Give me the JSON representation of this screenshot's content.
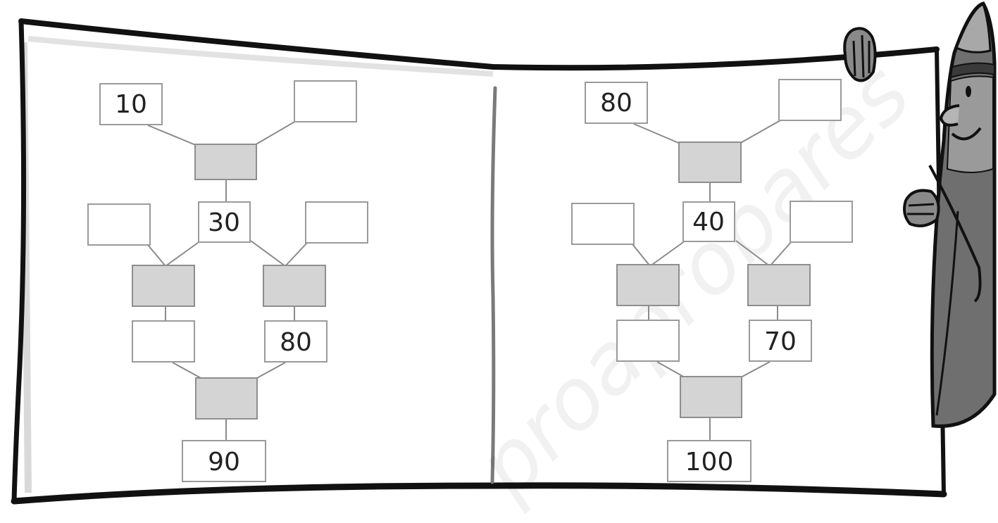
{
  "colors": {
    "frame": "#111111",
    "box_fill": "#ffffff",
    "box_border": "#9a9a9a",
    "operator_fill": "#d4d4d4",
    "connector": "#8a8a8a",
    "character": "#6f6f6f"
  },
  "left_diagram": {
    "top_left": "10",
    "top_right": "",
    "middle": "30",
    "middle_left": "",
    "middle_right": "",
    "lower_left": "",
    "lower_right": "80",
    "bottom": "90"
  },
  "right_diagram": {
    "top_left": "80",
    "top_right": "",
    "middle": "40",
    "middle_left": "",
    "middle_right": "",
    "lower_left": "",
    "lower_right": "70",
    "bottom": "100"
  },
  "watermark": "proaprobares",
  "icons": {
    "character": "pencil-character-icon"
  }
}
